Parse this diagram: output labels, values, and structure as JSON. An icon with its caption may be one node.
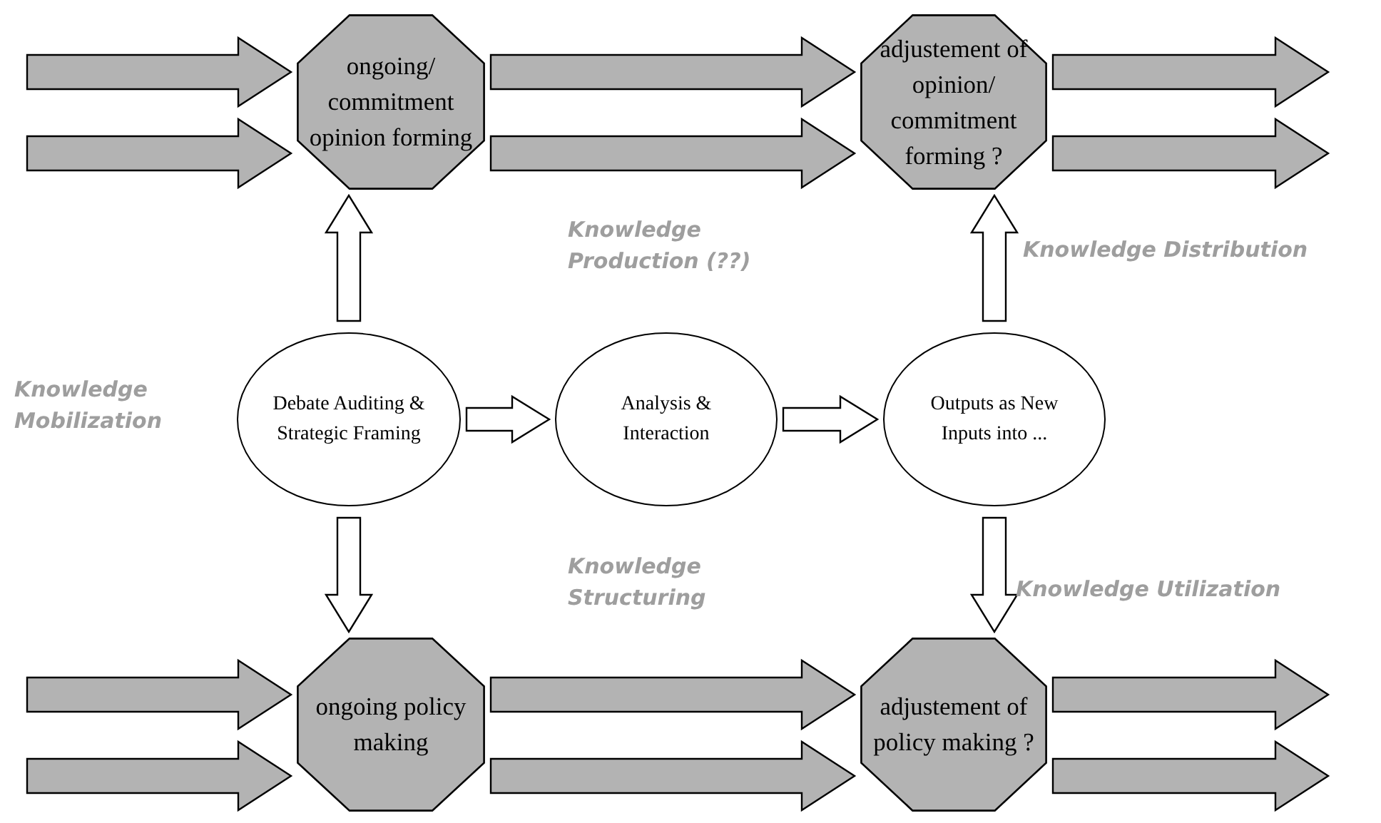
{
  "diagram": {
    "nodes": [
      {
        "text": [
          "ongoing/ commitment opinion forming"
        ]
      },
      {
        "text": [
          "adjustement of opinion/ commitment forming ?"
        ]
      },
      {
        "text": [
          "Debate Auditing & Strategic Framing"
        ]
      },
      {
        "text": [
          "Analysis & Interaction"
        ]
      },
      {
        "text": [
          "Outputs as New Inputs into ..."
        ]
      },
      {
        "text": [
          "ongoing policy making"
        ]
      },
      {
        "text": [
          "adjustement of policy making ?"
        ]
      }
    ],
    "edges": [
      {
        "from": null,
        "to": 0,
        "arrow": "to",
        "style": "thick"
      },
      {
        "from": null,
        "to": 0,
        "arrow": "to",
        "style": "thick"
      },
      {
        "from": 0,
        "to": 1,
        "arrow": "to",
        "style": "thick"
      },
      {
        "from": 0,
        "to": 1,
        "arrow": "to",
        "style": "thick"
      },
      {
        "from": 1,
        "to": null,
        "arrow": "to",
        "style": "thick"
      },
      {
        "from": 1,
        "to": null,
        "arrow": "to",
        "style": "thick"
      },
      {
        "from": 2,
        "to": 0,
        "arrow": "to",
        "style": "thick",
        "color": "#ffffff"
      },
      {
        "from": 2,
        "to": 3,
        "arrow": "to",
        "style": "thick",
        "color": "#ffffff"
      },
      {
        "from": 3,
        "to": 4,
        "arrow": "to",
        "style": "thick",
        "color": "#ffffff"
      },
      {
        "from": 4,
        "to": 1,
        "arrow": "to",
        "style": "thick",
        "color": "#ffffff"
      },
      {
        "from": 2,
        "to": 5,
        "arrow": "to",
        "style": "thick",
        "color": "#ffffff"
      },
      {
        "from": 4,
        "to": 6,
        "arrow": "to",
        "style": "thick",
        "color": "#ffffff"
      },
      {
        "from": null,
        "to": 5,
        "arrow": "to",
        "style": "thick"
      },
      {
        "from": null,
        "to": 5,
        "arrow": "to",
        "style": "thick"
      },
      {
        "from": 5,
        "to": 6,
        "arrow": "to",
        "style": "thick"
      },
      {
        "from": 5,
        "to": 6,
        "arrow": "to",
        "style": "thick"
      },
      {
        "from": 6,
        "to": null,
        "arrow": "to",
        "style": "thick"
      },
      {
        "from": 6,
        "to": null,
        "arrow": "to",
        "style": "thick"
      }
    ],
    "labels": [
      "Knowledge Production (??)",
      "Knowledge Distribution",
      "Knowledge Mobilization",
      "Knowledge Structuring",
      "Knowledge Utilization"
    ]
  }
}
